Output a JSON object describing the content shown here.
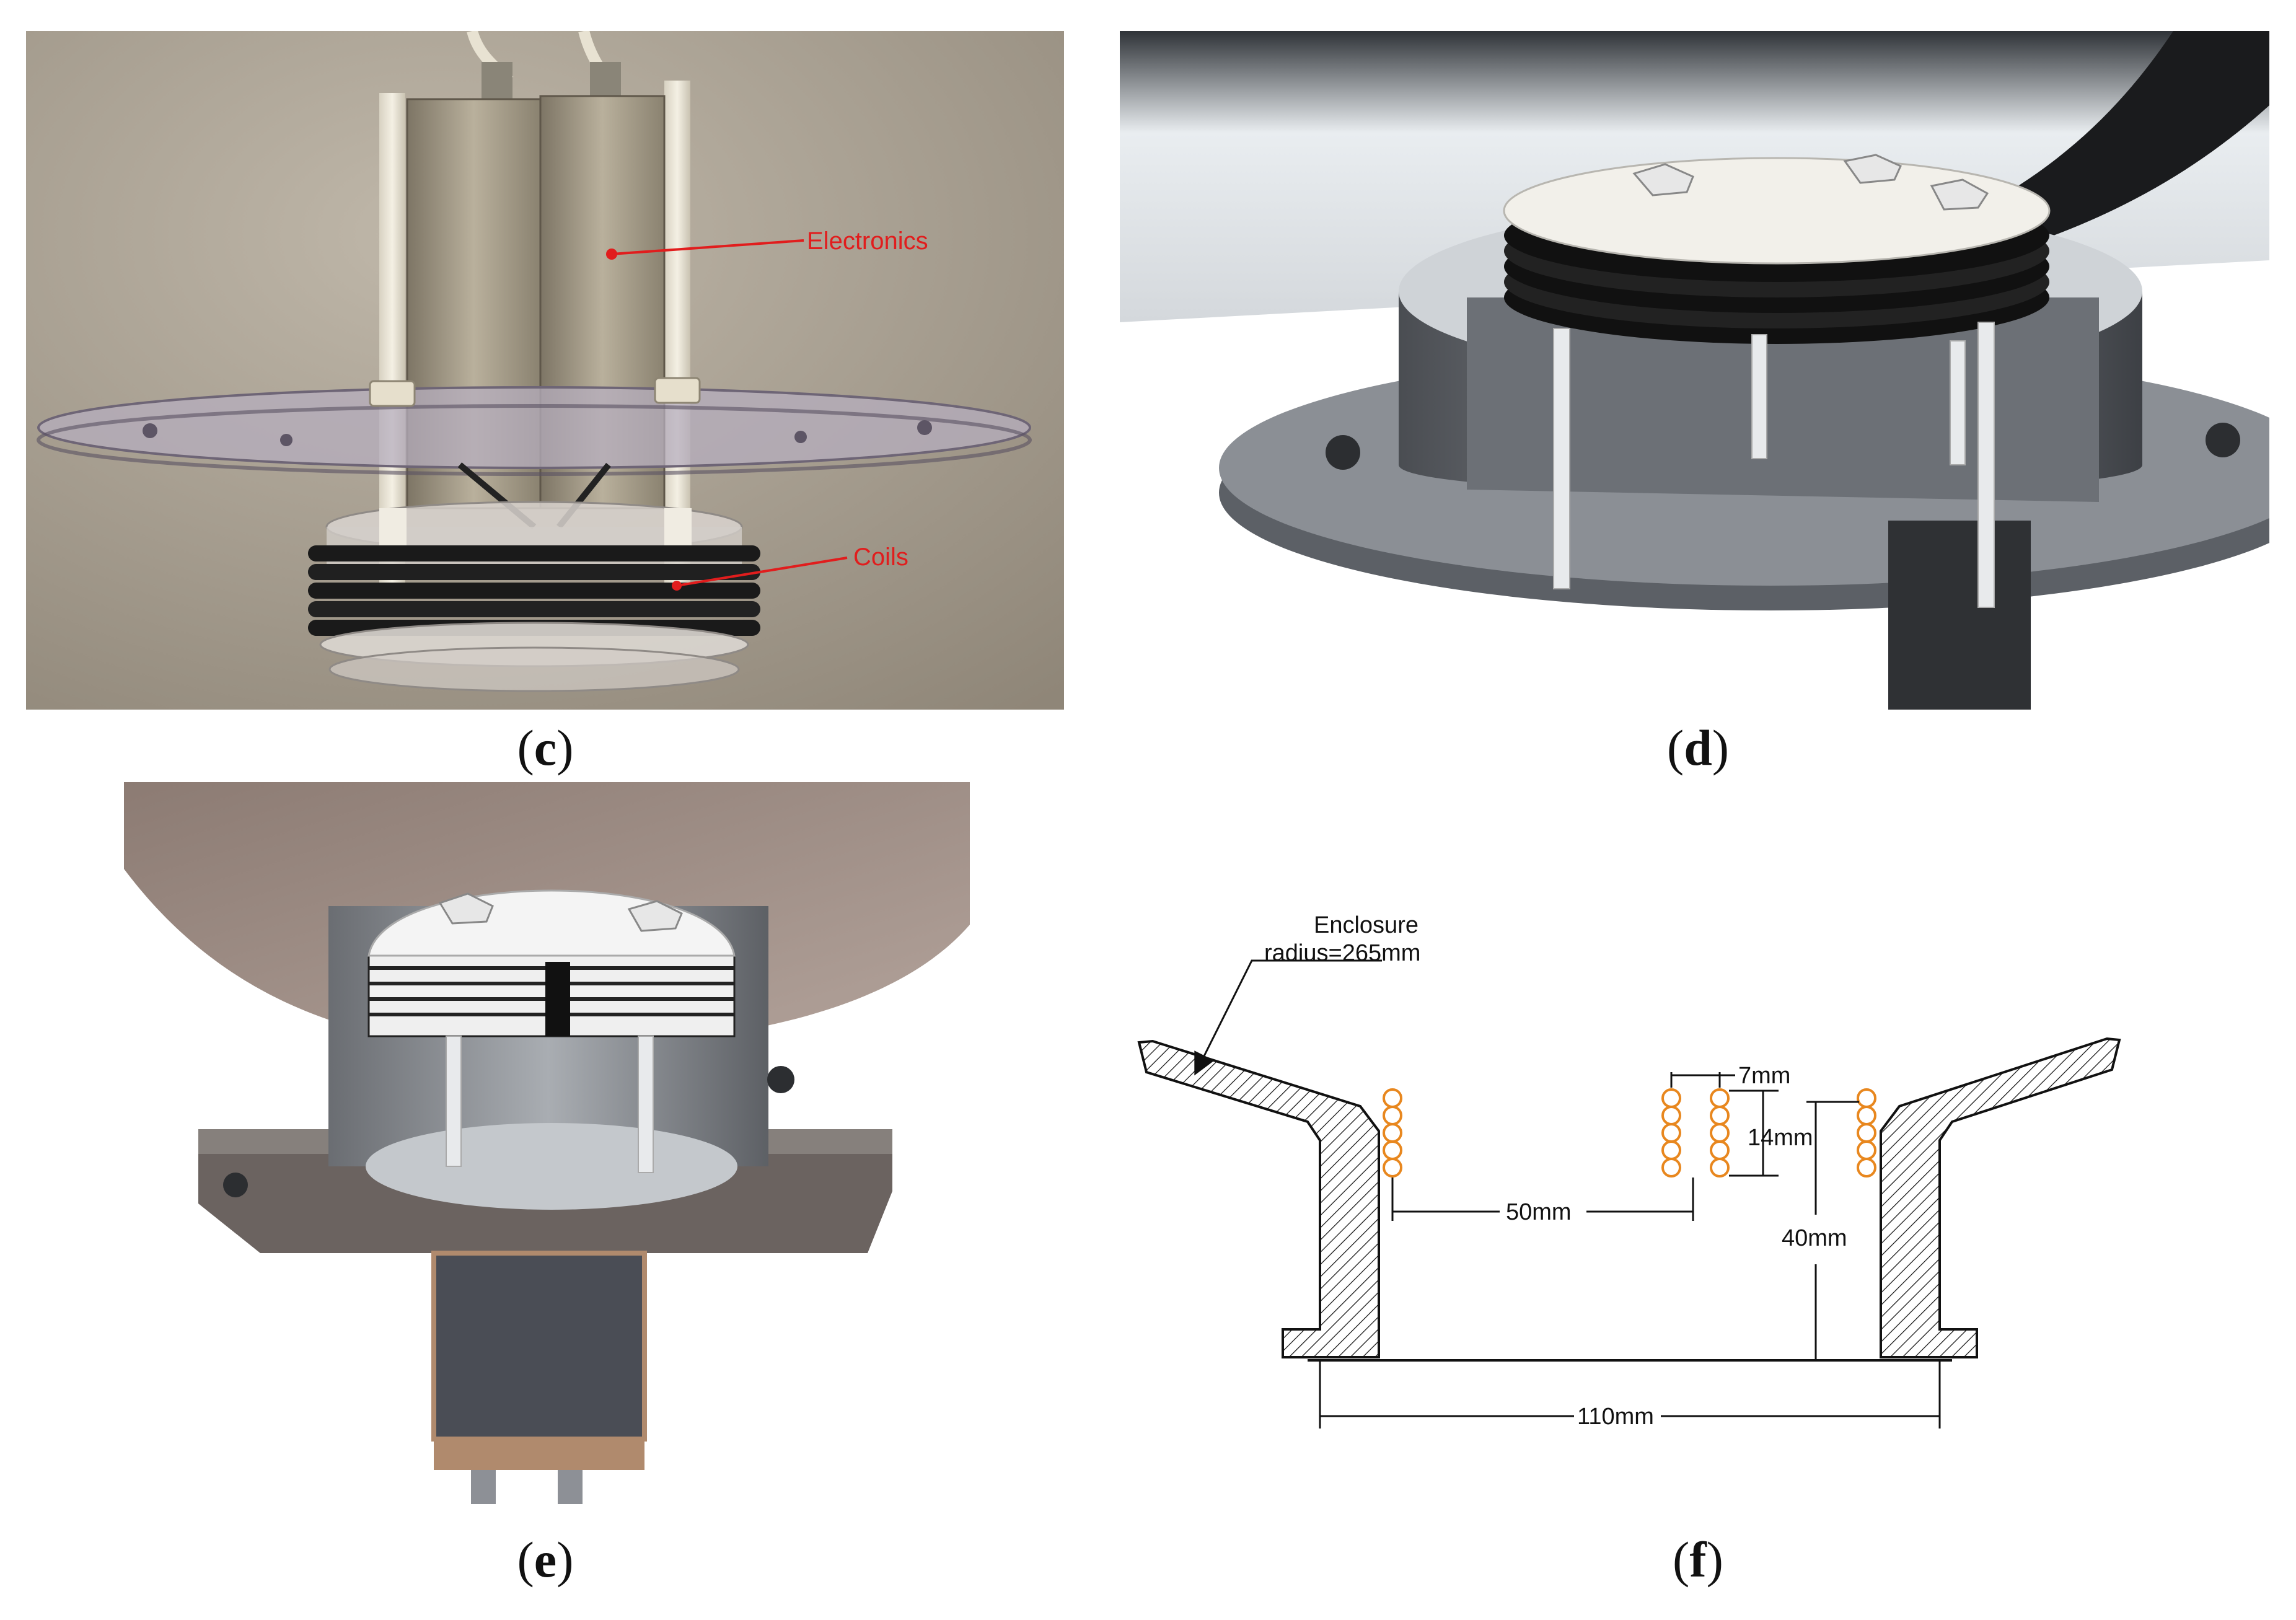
{
  "panels": {
    "c": {
      "caption_open": "(",
      "caption_letter": "c",
      "caption_close": ")",
      "labels": {
        "electronics": "Electronics",
        "coils": "Coils"
      },
      "colors": {
        "annotation": "#e11d1d",
        "background": "#a79e8f"
      }
    },
    "d": {
      "caption_open": "(",
      "caption_letter": "d",
      "caption_close": ")"
    },
    "e": {
      "caption_open": "(",
      "caption_letter": "e",
      "caption_close": ")"
    },
    "f": {
      "caption_open": "(",
      "caption_letter": "f",
      "caption_close": ")",
      "annotations": {
        "enclosure_line1": "Enclosure",
        "enclosure_line2": "radius=265mm",
        "gap": "7mm",
        "coil_height": "14mm",
        "coil_spacing": "50mm",
        "depth": "40mm",
        "width": "110mm"
      },
      "colors": {
        "coil": "#e8871e",
        "line": "#111111"
      }
    }
  }
}
